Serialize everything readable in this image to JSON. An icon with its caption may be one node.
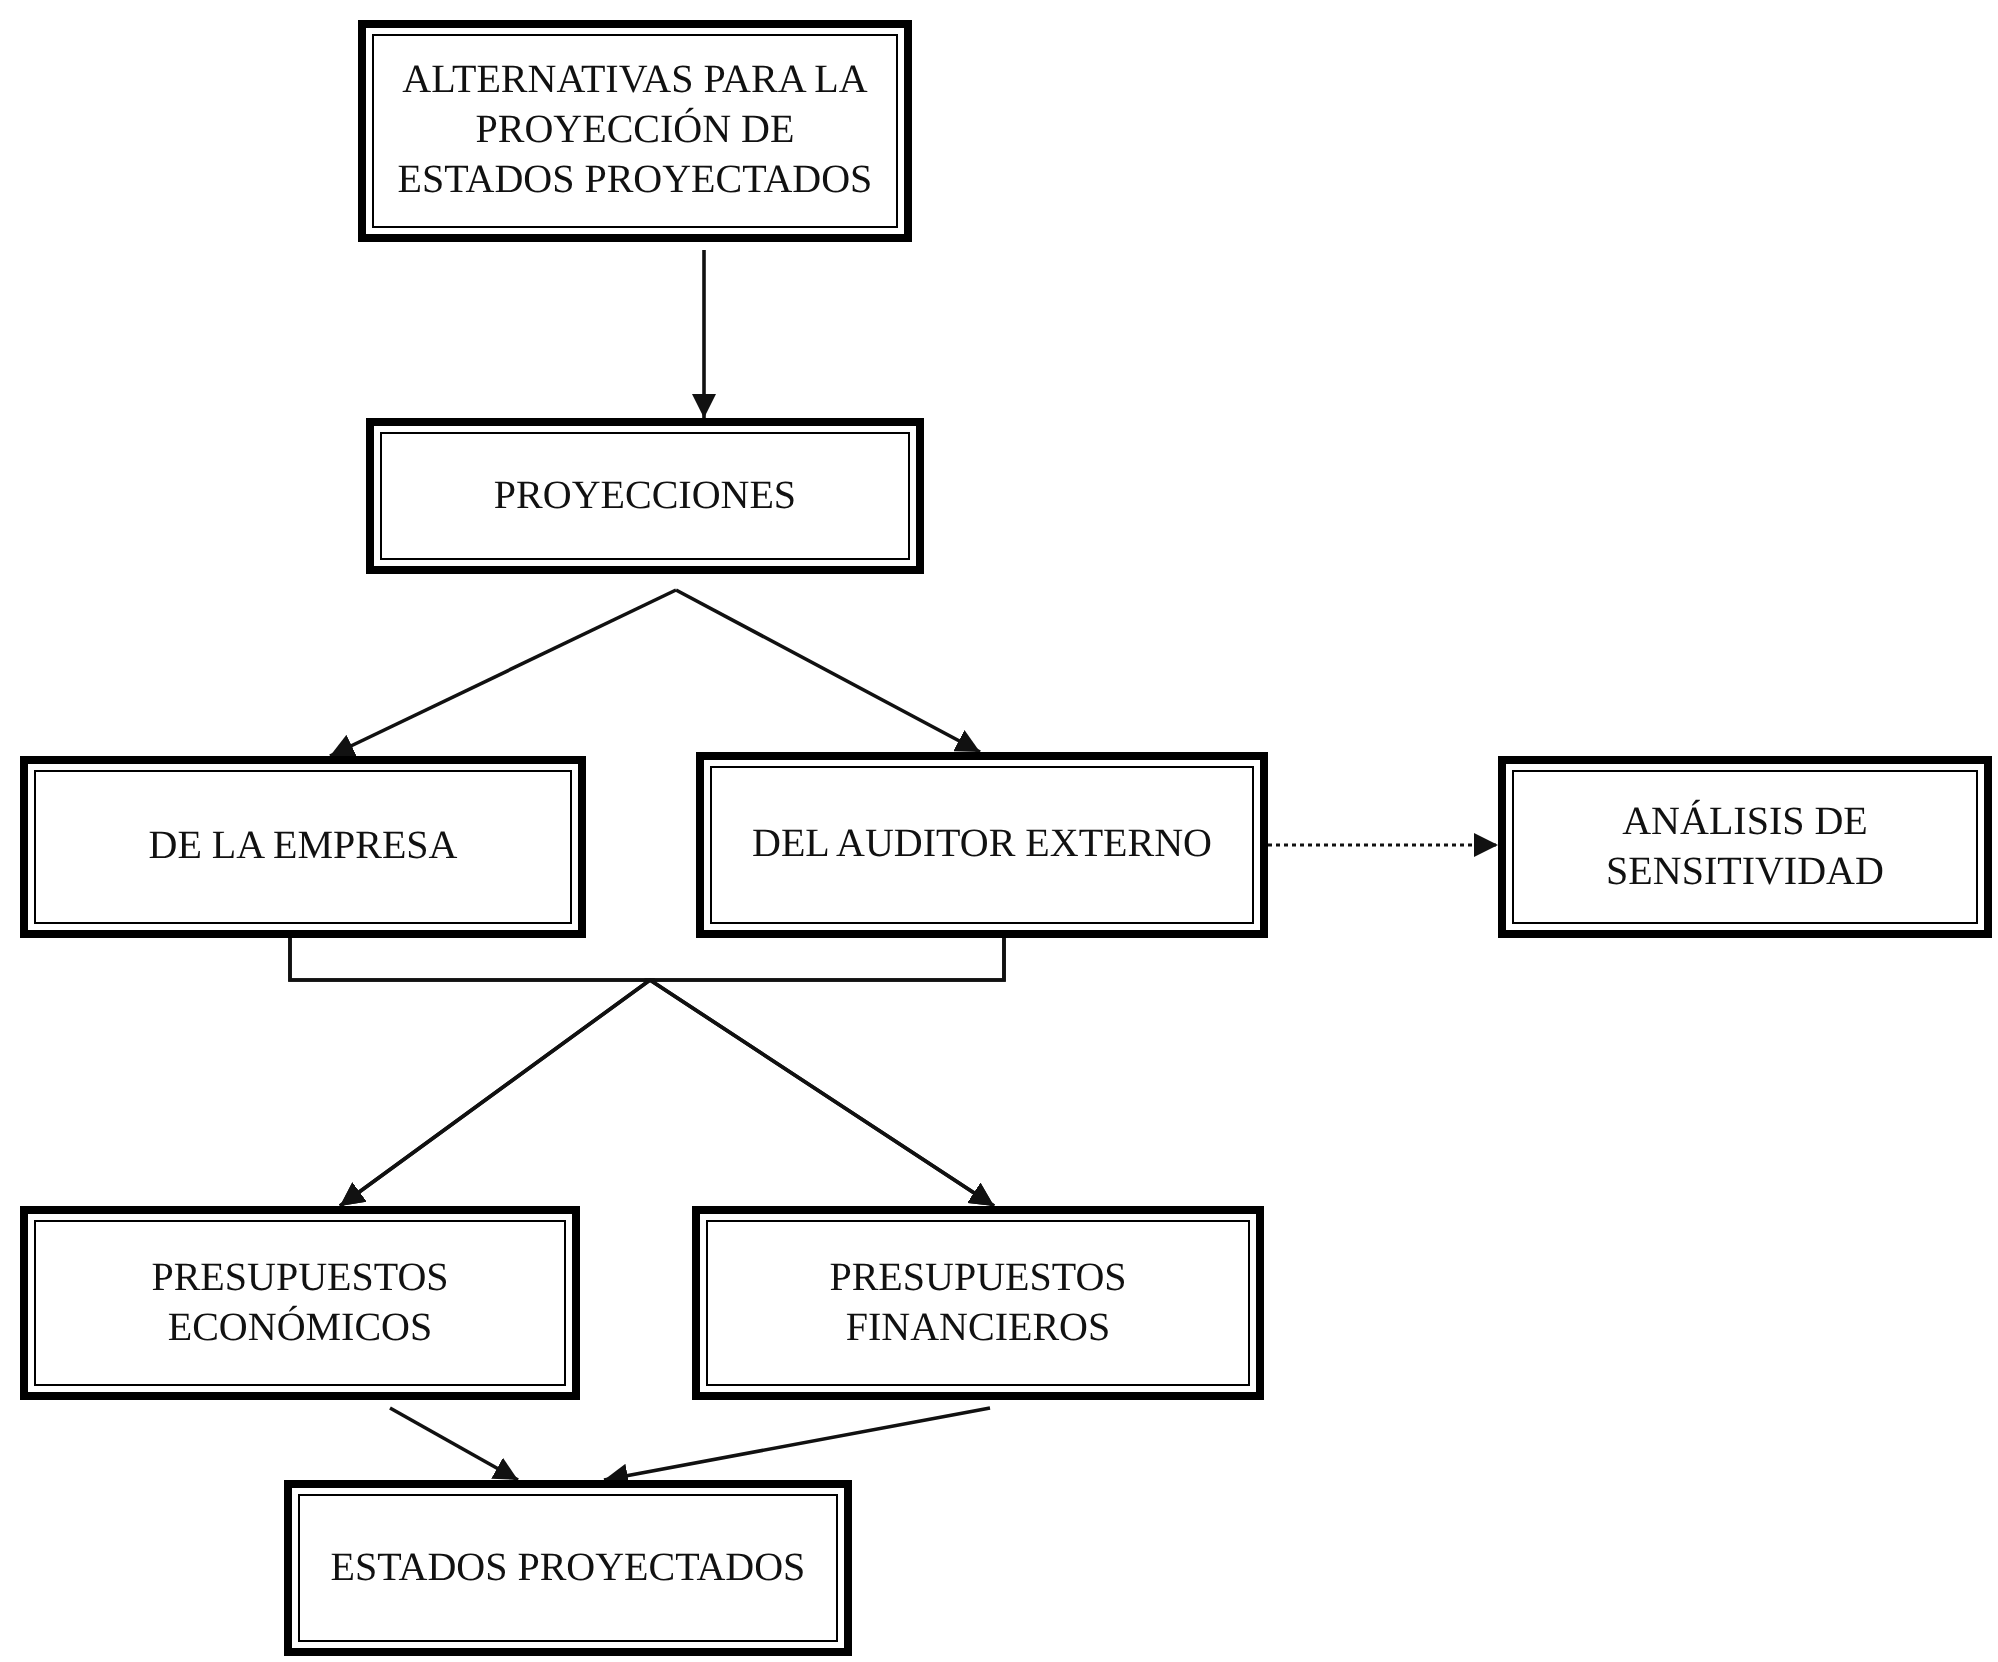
{
  "diagram": {
    "nodes": [
      {
        "text": [
          "ALTERNATIVAS PARA LA PROYECCIÓN DE ESTADOS PROYECTADOS"
        ]
      },
      {
        "text": [
          "PROYECCIONES"
        ]
      },
      {
        "text": [
          "DE LA EMPRESA"
        ]
      },
      {
        "text": [
          "DEL AUDITOR EXTERNO"
        ]
      },
      {
        "text": [
          "ANÁLISIS DE SENSITIVIDAD"
        ]
      },
      {
        "text": [
          "PRESUPUESTOS ECONÓMICOS"
        ]
      },
      {
        "text": [
          "PRESUPUESTOS FINANCIEROS"
        ]
      },
      {
        "text": [
          "ESTADOS PROYECTADOS"
        ]
      }
    ],
    "edges": [
      {
        "from": 0,
        "to": 1,
        "arrow": "to"
      },
      {
        "from": 1,
        "to": 2,
        "arrow": "to"
      },
      {
        "from": 1,
        "to": 3,
        "arrow": "to"
      },
      {
        "from": 3,
        "to": 4,
        "arrow": "to",
        "style": "dashed"
      },
      {
        "from": 2,
        "to": 5,
        "arrow": "to"
      },
      {
        "from": 2,
        "to": 6,
        "arrow": "to"
      },
      {
        "from": 3,
        "to": 5,
        "arrow": "to"
      },
      {
        "from": 3,
        "to": 6,
        "arrow": "to"
      },
      {
        "from": 5,
        "to": 7,
        "arrow": "to"
      },
      {
        "from": 6,
        "to": 7,
        "arrow": "to"
      }
    ]
  }
}
